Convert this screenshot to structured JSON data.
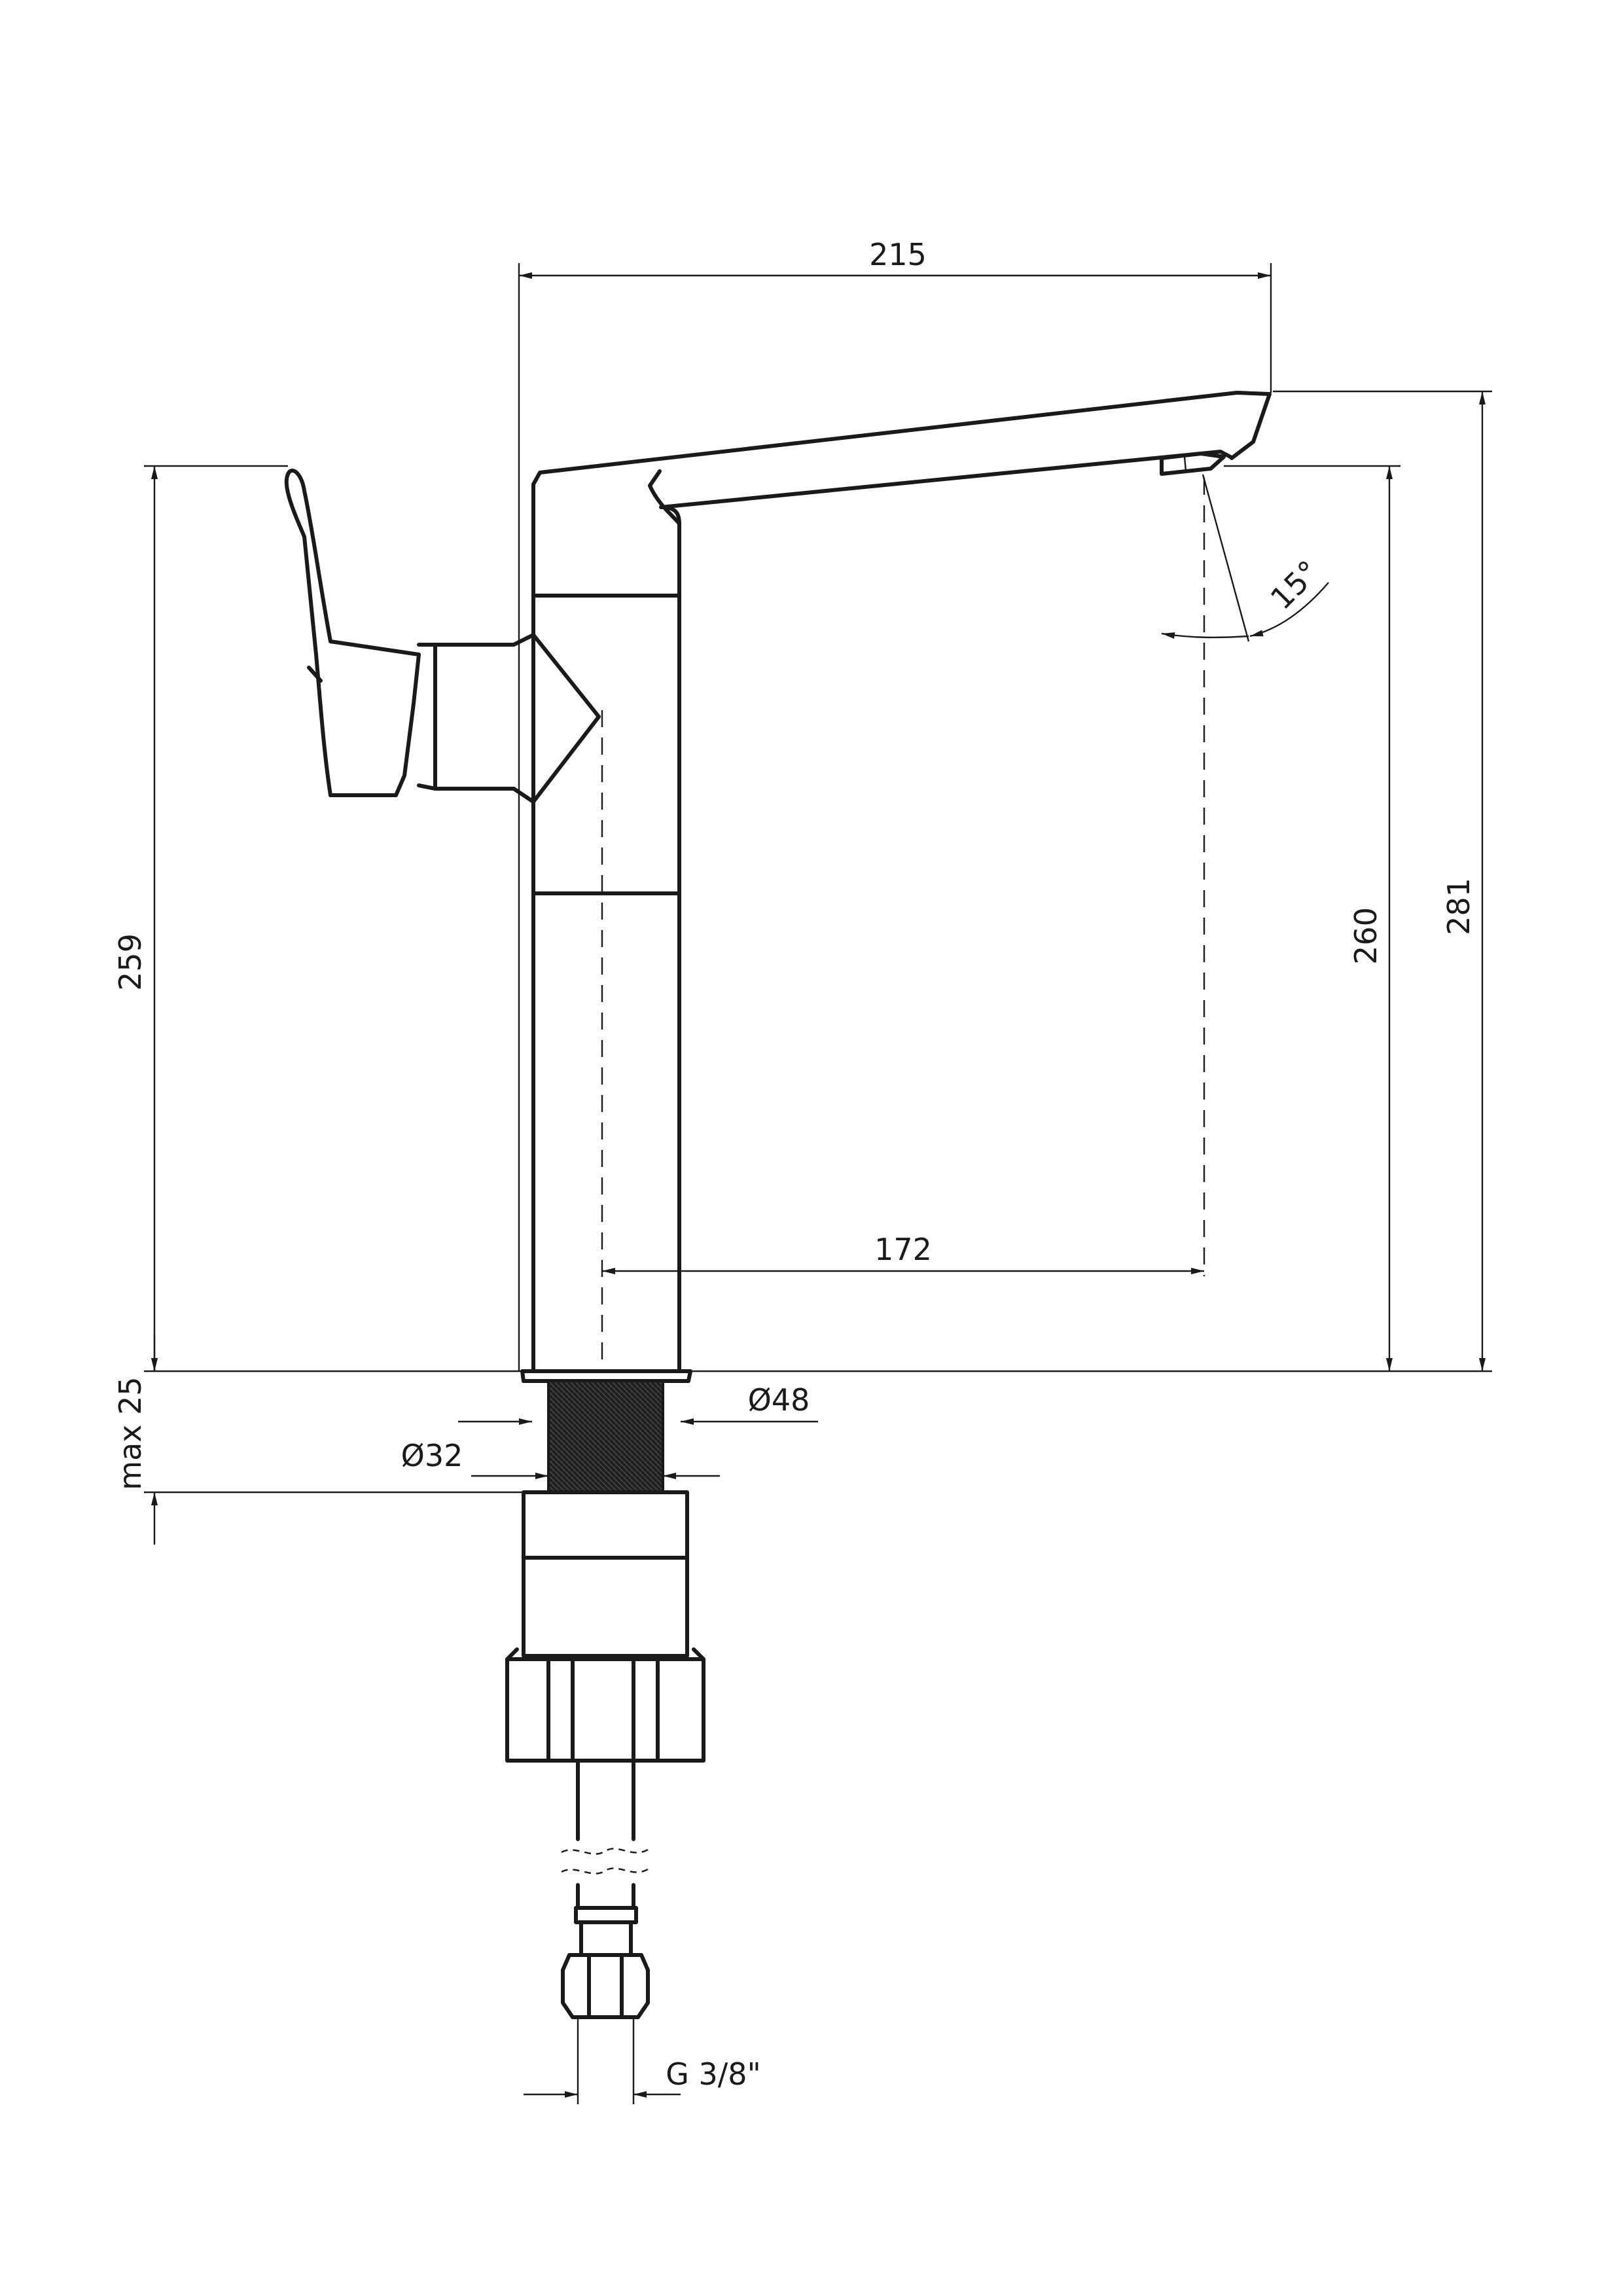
{
  "dimensions": {
    "width": "215",
    "height": "259",
    "spout_height": "260",
    "total_height": "281",
    "reach": "172",
    "angle": "15°",
    "max_thickness": "max 25",
    "body_diameter": "Ø48",
    "thread_diameter": "Ø32",
    "connection": "G 3/8\""
  },
  "colors": {
    "line": "#1a1a1a",
    "background": "#ffffff"
  }
}
